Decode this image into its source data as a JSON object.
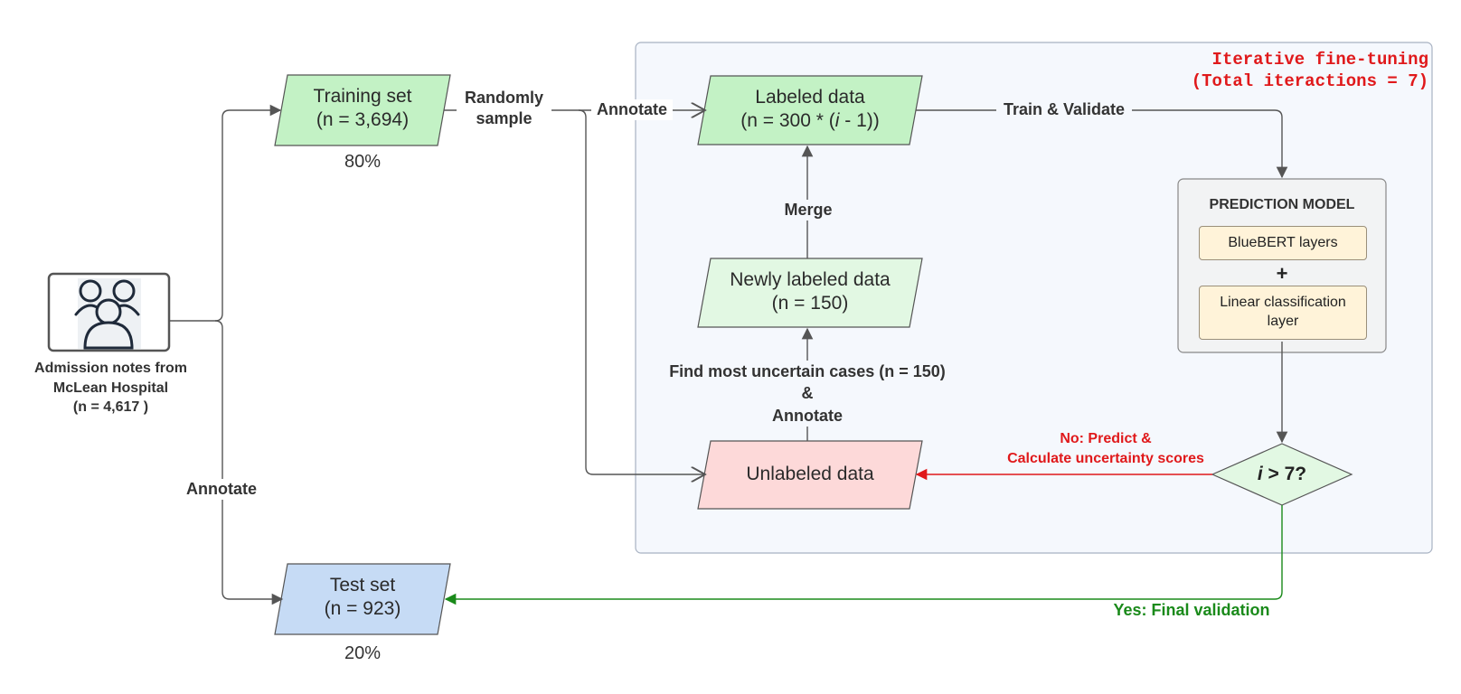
{
  "source": {
    "label_line1": "Admission notes from",
    "label_line2": "McLean Hospital",
    "label_line3": "(n = 4,617 )",
    "icon": "people-group-icon"
  },
  "training_set": {
    "line1": "Training set",
    "line2": "(n = 3,694)",
    "percent": "80%",
    "color": "#c3f2c5"
  },
  "test_set": {
    "line1": "Test set",
    "line2": "(n = 923)",
    "percent": "20%",
    "color": "#c6dbf5"
  },
  "edges": {
    "random_sample_1": "Randomly",
    "random_sample_2": "sample",
    "annotate_top": "Annotate",
    "annotate_left": "Annotate",
    "train_validate": "Train & Validate",
    "merge": "Merge",
    "find_uncertain_1": "Find most uncertain cases (n = 150)",
    "find_uncertain_2": "&",
    "find_uncertain_3": "Annotate",
    "no_branch_1": "No: Predict &",
    "no_branch_2": "Calculate uncertainty scores",
    "yes_branch": "Yes: Final validation"
  },
  "iterative_panel": {
    "title_line1": "Iterative fine-tuning",
    "title_line2": "(Total iteractions = 7)"
  },
  "labeled_data": {
    "line1": "Labeled data",
    "line2_pre": "(n = 300 * (",
    "line2_var": "i",
    "line2_post": " - 1))",
    "color": "#c3f2c5"
  },
  "newly_labeled": {
    "line1": "Newly labeled data",
    "line2": "(n = 150)",
    "color": "#e2f8e3"
  },
  "unlabeled_data": {
    "line1": "Unlabeled data",
    "color": "#fdd9d9"
  },
  "decision": {
    "var": "i",
    "rest": " > 7?",
    "color": "#e2f8e3"
  },
  "prediction_model": {
    "title": "PREDICTION MODEL",
    "layer1": "BlueBERT layers",
    "plus": "+",
    "layer2_line1": "Linear classification",
    "layer2_line2": "layer"
  }
}
